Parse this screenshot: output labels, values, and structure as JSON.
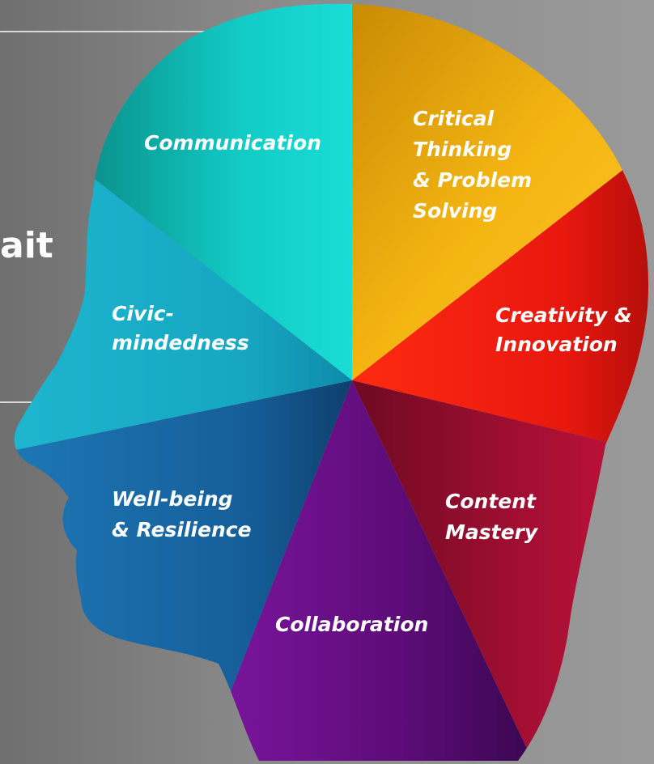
{
  "title_fragment": "ait",
  "segments": [
    {
      "id": "communication",
      "lines": [
        "Communication"
      ],
      "color": "#10c9c4"
    },
    {
      "id": "critical-thinking",
      "lines": [
        "Critical",
        "Thinking",
        "& Problem",
        "Solving"
      ],
      "color": "#f2b010"
    },
    {
      "id": "creativity",
      "lines": [
        "Creativity &",
        "Innovation"
      ],
      "color": "#e8180f"
    },
    {
      "id": "content-mastery",
      "lines": [
        "Content",
        "Mastery"
      ],
      "color": "#a30f33"
    },
    {
      "id": "collaboration",
      "lines": [
        "Collaboration"
      ],
      "color": "#6b0f86"
    },
    {
      "id": "well-being",
      "lines": [
        "Well-being",
        "& Resilience"
      ],
      "color": "#155e9a"
    },
    {
      "id": "civic-mindedness",
      "lines": [
        "Civic-",
        "mindedness"
      ],
      "color": "#18a9c6"
    }
  ]
}
